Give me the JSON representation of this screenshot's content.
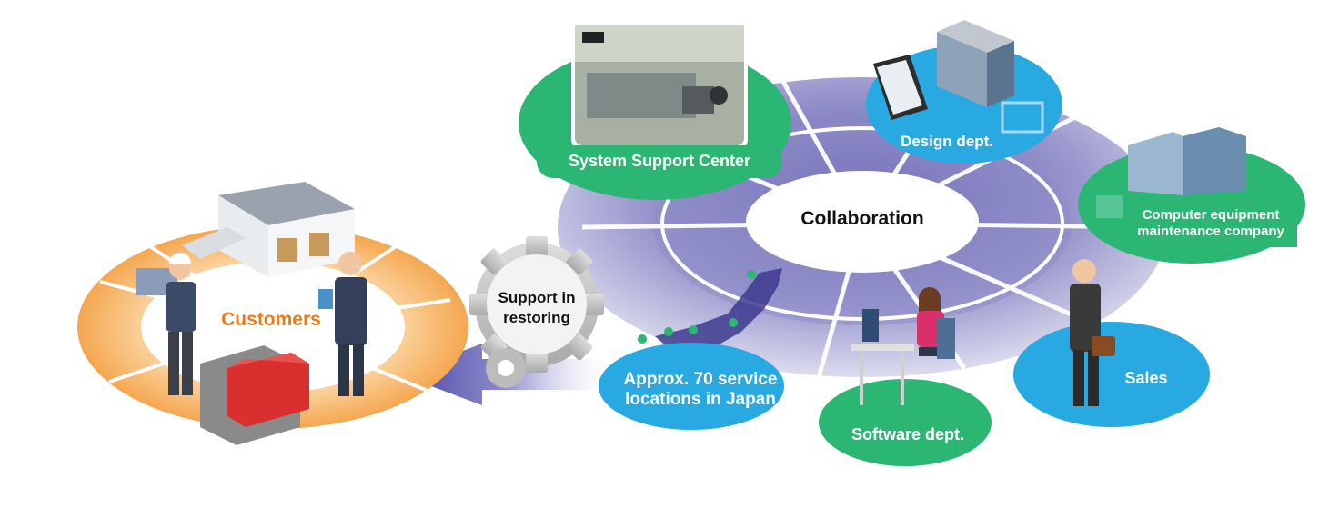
{
  "center": {
    "label": "Collaboration"
  },
  "nodes": {
    "system_support": "System Support Center",
    "design": "Design dept.",
    "maintenance_line1": "Computer equipment",
    "maintenance_line2": "maintenance company",
    "sales": "Sales",
    "software": "Software dept.",
    "service_line1": "Approx. 70 service",
    "service_line2": "locations in Japan"
  },
  "gear": {
    "line1": "Support in",
    "line2": "restoring"
  },
  "customers": {
    "label": "Customers"
  },
  "colors": {
    "green": "#2bb673",
    "blue": "#29a9e1",
    "ring_outer": "#c9c9e6",
    "ring_mid": "#9b9bcf",
    "ring_inner": "#6a68b4",
    "customer_ring": "#f7a84c",
    "customer_text": "#f07a1a",
    "gear": "#c8c8c8"
  }
}
